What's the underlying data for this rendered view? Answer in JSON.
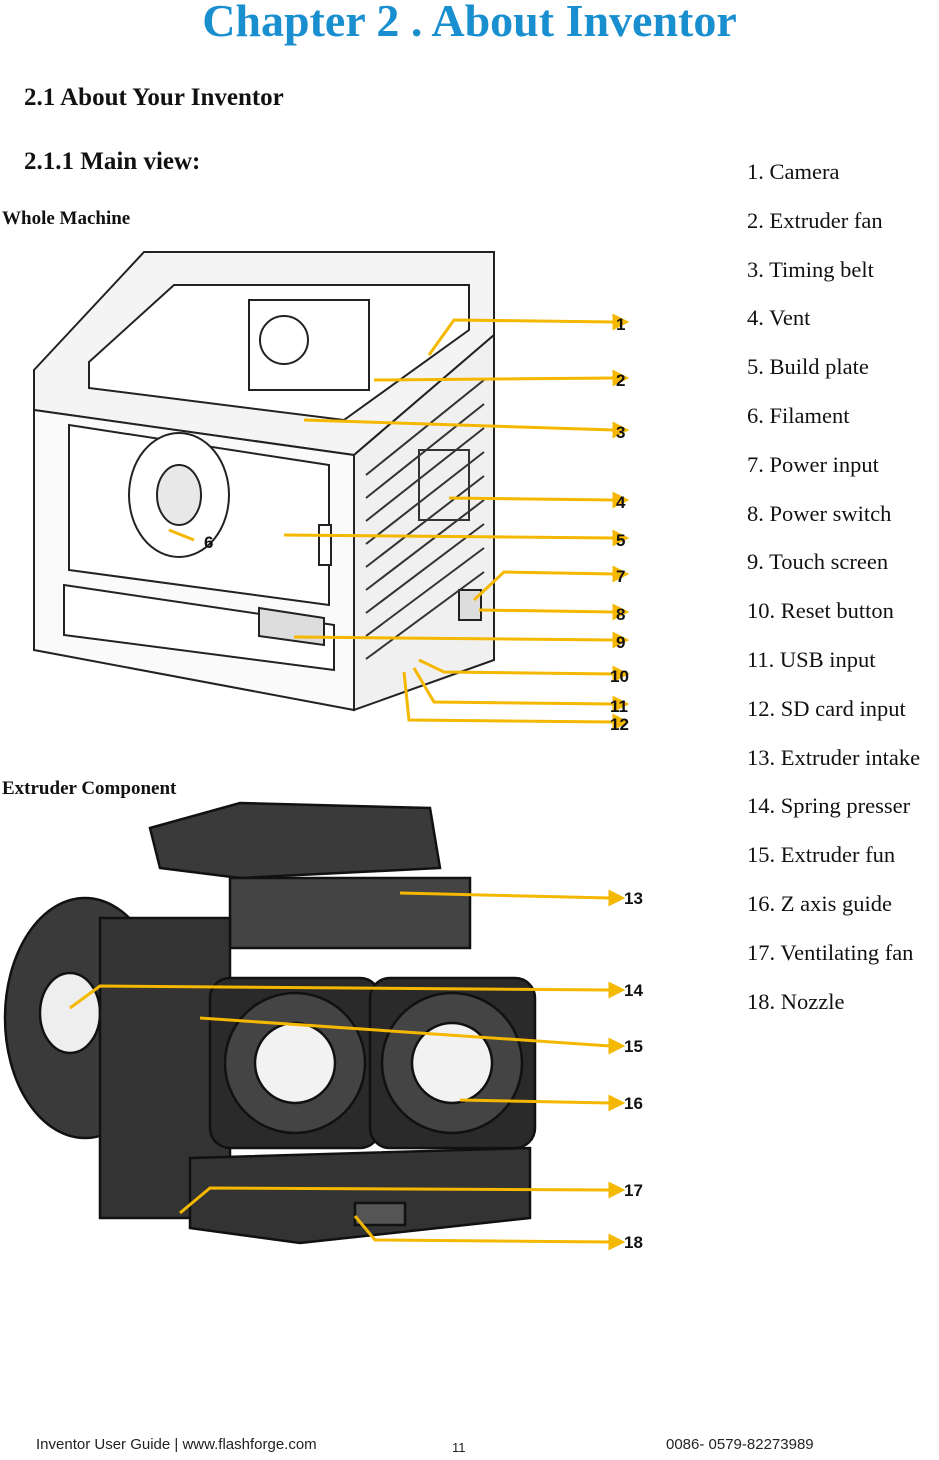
{
  "chapter_title": "Chapter 2 . About Inventor",
  "section_title": "2.1 About Your Inventor",
  "subsection_title": "2.1.1 Main view:",
  "figures": {
    "machine": {
      "caption": "Whole Machine",
      "callouts": [
        "1",
        "2",
        "3",
        "4",
        "5",
        "6",
        "7",
        "8",
        "9",
        "10",
        "11",
        "12"
      ]
    },
    "extruder": {
      "caption": "Extruder Component",
      "callouts": [
        "13",
        "14",
        "15",
        "16",
        "17",
        "18"
      ]
    },
    "callout_color": "#f5b800"
  },
  "parts": [
    "1. Camera",
    "2. Extruder fan",
    "3. Timing belt",
    "4. Vent",
    "5. Build plate",
    "6. Filament",
    "7. Power input",
    "8. Power switch",
    "9. Touch screen",
    "10. Reset button",
    "11. USB input",
    "12. SD card input",
    "13. Extruder intake",
    "14. Spring presser",
    "15. Extruder fun",
    "16. Z axis guide",
    "17. Ventilating fan",
    "18. Nozzle"
  ],
  "footer": {
    "guide": "Inventor User Guide | www.flashforge.com",
    "page_number": "11",
    "phone": "0086- 0579-82273989"
  }
}
